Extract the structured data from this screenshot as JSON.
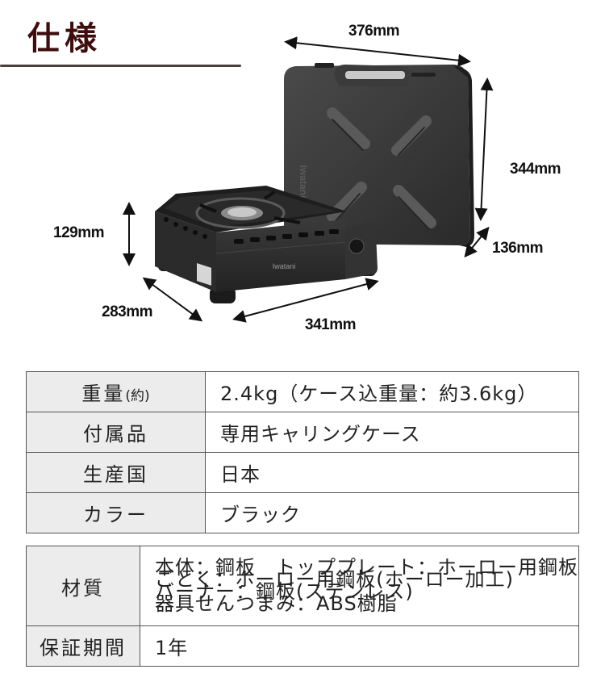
{
  "header": {
    "title": "仕様"
  },
  "dimensions": {
    "case_width": "376mm",
    "case_height": "344mm",
    "case_depth": "136mm",
    "stove_height": "129mm",
    "stove_depth": "283mm",
    "stove_width": "341mm"
  },
  "product": {
    "brand_mark": "Iwatani"
  },
  "spec_table_1": {
    "rows": [
      {
        "label": "重量",
        "label_suffix": "(約)",
        "value": "2.4kg（ケース込重量：約3.6kg）"
      },
      {
        "label": "付属品",
        "value": "専用キャリングケース"
      },
      {
        "label": "生産国",
        "value": "日本"
      },
      {
        "label": "カラー",
        "value": "ブラック"
      }
    ]
  },
  "spec_table_2": {
    "rows": [
      {
        "label": "材質",
        "lines": [
          "本体：鋼板　トッププレート：ホーロー用鋼板",
          "ごとく：ホーロー用鋼板(ホーロー加工)",
          "バーナー：鋼板(ステンレス)",
          "器具せんつまみ：ABS樹脂"
        ]
      },
      {
        "label": "保証期間",
        "value": "1年"
      }
    ]
  },
  "colors": {
    "title": "#3f0d0d",
    "label_bg": "#ececec",
    "border": "#555555",
    "product_dark": "#2e2e2e"
  }
}
